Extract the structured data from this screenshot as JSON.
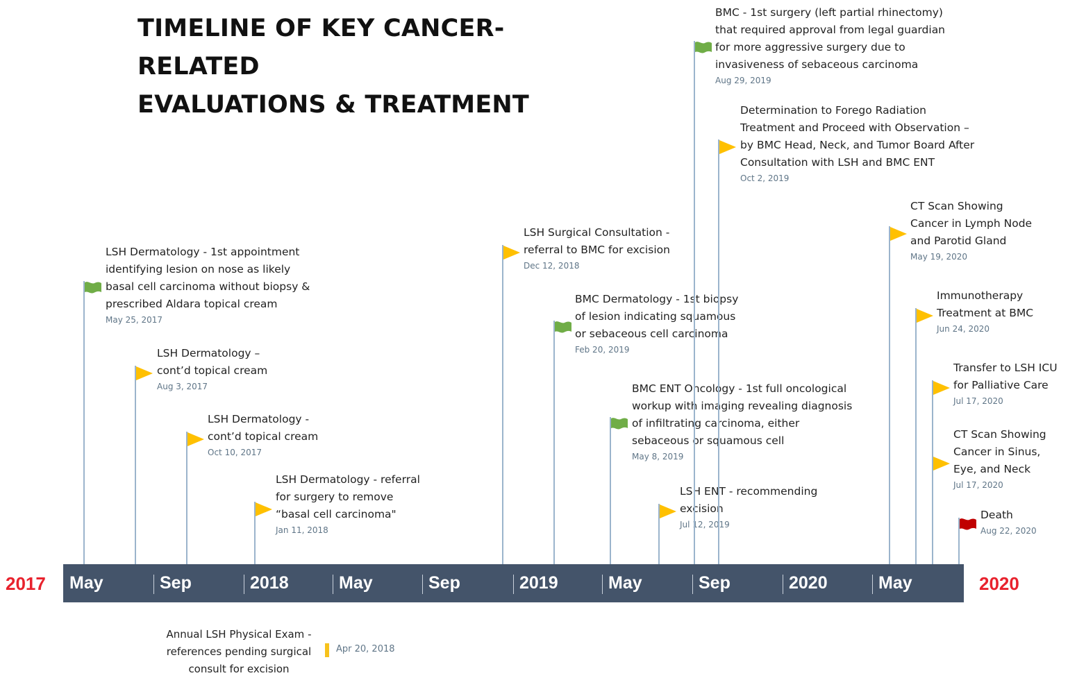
{
  "title_line1": "TIMELINE OF KEY CANCER-RELATED",
  "title_line2": "EVALUATIONS & TREATMENT",
  "axis": {
    "start_label": "2017",
    "end_label": "2020",
    "labels": [
      "May",
      "Sep",
      "2018",
      "May",
      "Sep",
      "2019",
      "May",
      "Sep",
      "2020",
      "May"
    ]
  },
  "colors": {
    "milestone_green": "#70ad47",
    "event_yellow": "#ffc000",
    "death_red": "#c00000",
    "axis": "#44546a",
    "endcap": "#e8222d"
  },
  "events": [
    {
      "text": "LSH Dermatology - 1st appointment\nidentifying lesion on nose as likely\nbasal cell carcinoma without biopsy &\nprescribed Aldara topical cream",
      "date": "May 25, 2017",
      "flag": "green"
    },
    {
      "text": "LSH Dermatology –\ncont’d topical cream",
      "date": "Aug 3, 2017",
      "flag": "yellow"
    },
    {
      "text": "LSH Dermatology -\ncont’d topical cream",
      "date": "Oct 10, 2017",
      "flag": "yellow"
    },
    {
      "text": "LSH Dermatology - referral\nfor surgery to remove\n“basal cell carcinoma\"",
      "date": "Jan 11, 2018",
      "flag": "yellow"
    },
    {
      "text": "LSH Surgical Consultation -\nreferral to BMC for excision",
      "date": "Dec 12, 2018",
      "flag": "yellow"
    },
    {
      "text": "BMC Dermatology - 1st biopsy\nof lesion indicating squamous\nor sebaceous cell carcinoma",
      "date": "Feb 20, 2019",
      "flag": "green"
    },
    {
      "text": "BMC ENT Oncology - 1st full oncological\nworkup with imaging revealing diagnosis\nof infiltrating carcinoma, either\nsebaceous or squamous cell",
      "date": "May 8, 2019",
      "flag": "green"
    },
    {
      "text": "LSH ENT - recommending\nexcision",
      "date": "Jul 12, 2019",
      "flag": "yellow"
    },
    {
      "text": "BMC - 1st surgery (left partial rhinectomy)\nthat required approval from legal guardian\nfor more aggressive surgery due to\ninvasiveness of sebaceous carcinoma",
      "date": "Aug 29, 2019",
      "flag": "green"
    },
    {
      "text": "Determination to Forego Radiation\nTreatment and Proceed with Observation –\nby BMC Head, Neck, and Tumor Board After\nConsultation with LSH and BMC ENT",
      "date": "Oct 2, 2019",
      "flag": "yellow"
    },
    {
      "text": "CT Scan Showing\nCancer in Lymph Node\nand Parotid Gland",
      "date": "May 19, 2020",
      "flag": "yellow"
    },
    {
      "text": "Immunotherapy\nTreatment at BMC",
      "date": "Jun 24, 2020",
      "flag": "yellow"
    },
    {
      "text": "Transfer to LSH ICU\nfor Palliative Care",
      "date": "Jul 17, 2020",
      "flag": "yellow"
    },
    {
      "text": "CT Scan Showing\nCancer in Sinus,\nEye, and Neck",
      "date": "Jul 17, 2020",
      "flag": "yellow"
    },
    {
      "text": "Death",
      "date": "Aug 22, 2020",
      "flag": "red"
    }
  ],
  "below_event": {
    "text": "Annual LSH Physical Exam -\nreferences pending surgical\nconsult for excision",
    "date": "Apr 20, 2018"
  }
}
